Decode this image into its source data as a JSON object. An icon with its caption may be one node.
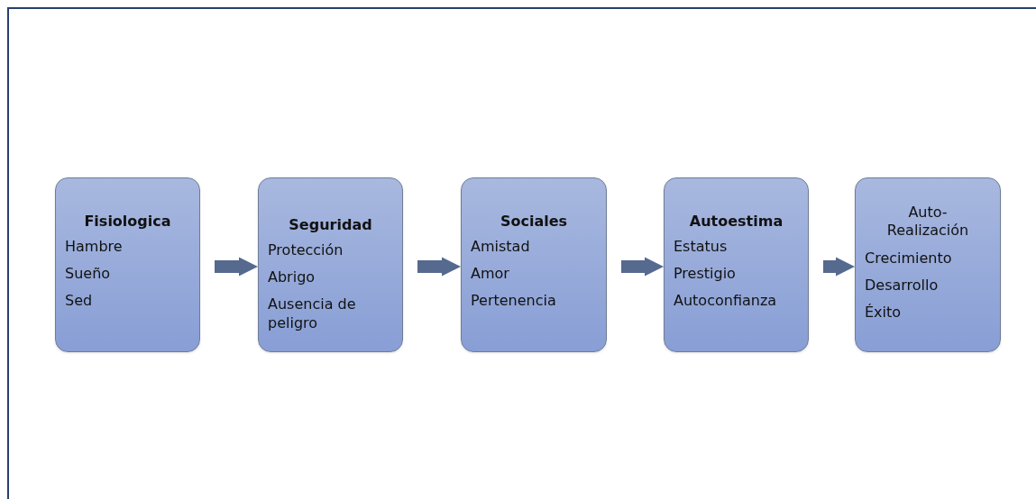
{
  "diagram": {
    "nodes": [
      {
        "text": [
          "Fisiologica",
          "Hambre",
          "Sueño",
          "Sed"
        ]
      },
      {
        "text": [
          "Seguridad",
          "Protección",
          "Abrigo",
          "Ausencia de peligro"
        ]
      },
      {
        "text": [
          "Sociales",
          "Amistad",
          "Amor",
          "Pertenencia"
        ]
      },
      {
        "text": [
          "Autoestima",
          "Estatus",
          "Prestigio",
          "Autoconfianza"
        ]
      },
      {
        "text": [
          "Auto- Realización",
          "Crecimiento",
          "Desarrollo",
          "Éxito"
        ]
      }
    ],
    "edges": [
      {
        "from": 0,
        "to": 1,
        "arrow": "to"
      },
      {
        "from": 1,
        "to": 2,
        "arrow": "to"
      },
      {
        "from": 2,
        "to": 3,
        "arrow": "to"
      },
      {
        "from": 3,
        "to": 4,
        "arrow": "to"
      }
    ]
  }
}
